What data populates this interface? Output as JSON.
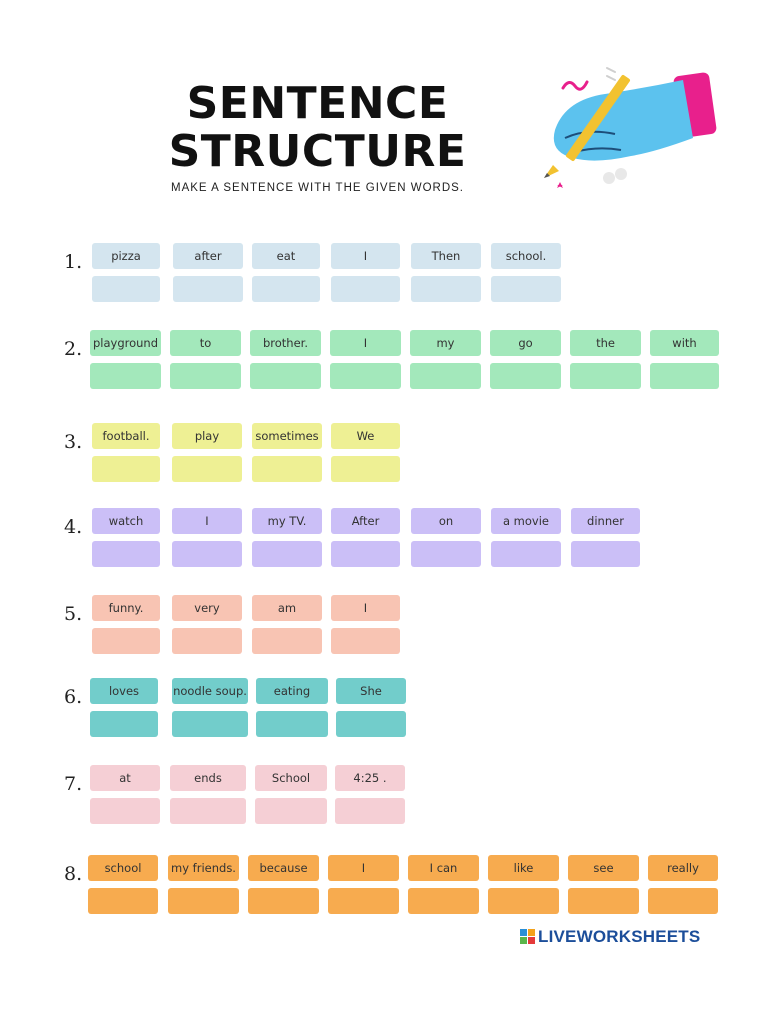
{
  "header": {
    "title_line1": "SENTENCE",
    "title_line2": "STRUCTURE",
    "instructions": "MAKE A SENTENCE WITH THE GIVEN WORDS."
  },
  "exercises": [
    {
      "number": "1.",
      "color": "#d4e5ef",
      "words": [
        "pizza",
        "after",
        "eat",
        "I",
        "Then",
        "school."
      ]
    },
    {
      "number": "2.",
      "color": "#a3e8bb",
      "words": [
        "playground",
        "to",
        "brother.",
        "I",
        "my",
        "go",
        "the",
        "with"
      ]
    },
    {
      "number": "3.",
      "color": "#eef094",
      "words": [
        "football.",
        "play",
        "sometimes",
        "We"
      ]
    },
    {
      "number": "4.",
      "color": "#cbbff7",
      "words": [
        "watch",
        "I",
        "my TV.",
        "After",
        "on",
        "a movie",
        "dinner"
      ]
    },
    {
      "number": "5.",
      "color": "#f8c4b3",
      "words": [
        "funny.",
        "very",
        "am",
        "I"
      ]
    },
    {
      "number": "6.",
      "color": "#72cdcb",
      "words": [
        "loves",
        "noodle soup.",
        "eating",
        "She"
      ]
    },
    {
      "number": "7.",
      "color": "#f5cfd5",
      "words": [
        "at",
        "ends",
        "School",
        "4:25 ."
      ]
    },
    {
      "number": "8.",
      "color": "#f7ab4f",
      "words": [
        "school",
        "my friends.",
        "because",
        "I",
        "I can",
        "like",
        "see",
        "really"
      ]
    }
  ],
  "footer": {
    "brand": "LIVEWORKSHEETS",
    "brand_color": "#1c4e9a"
  },
  "icons": {
    "illustration": "hand-writing-with-pencil-icon",
    "logo": "liveworksheets-logo-icon"
  }
}
